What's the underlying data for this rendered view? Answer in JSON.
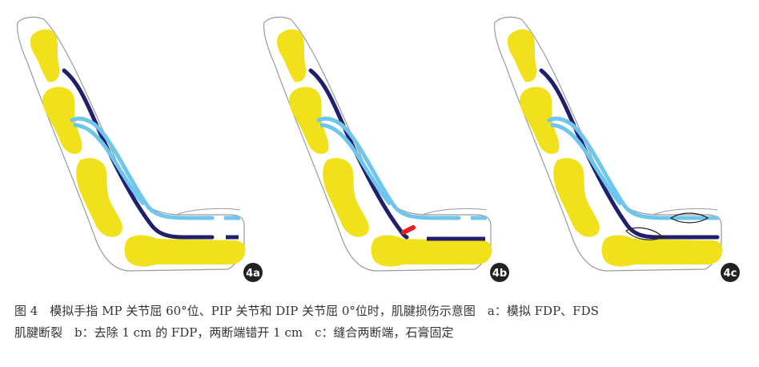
{
  "panels": [
    {
      "label": "4a"
    },
    {
      "label": "4b"
    },
    {
      "label": "4c"
    }
  ],
  "caption": {
    "line1": "图 4　模拟手指 MP 关节屈 60°位、PIP 关节和 DIP 关节屈 0°位时，肌腱损伤示意图　a：模拟 FDP、FDS",
    "line2": "肌腱断裂　b：去除 1 cm 的 FDP，两断端错开 1 cm　c：缝合两断端，石膏固定"
  },
  "colors": {
    "bone": "#f0e11c",
    "fdp_tendon": "#1f1f6e",
    "fds_tendon": "#6ec6ec",
    "outline": "#9a9a9a",
    "defect": "#e82020",
    "badge": "#222222"
  }
}
